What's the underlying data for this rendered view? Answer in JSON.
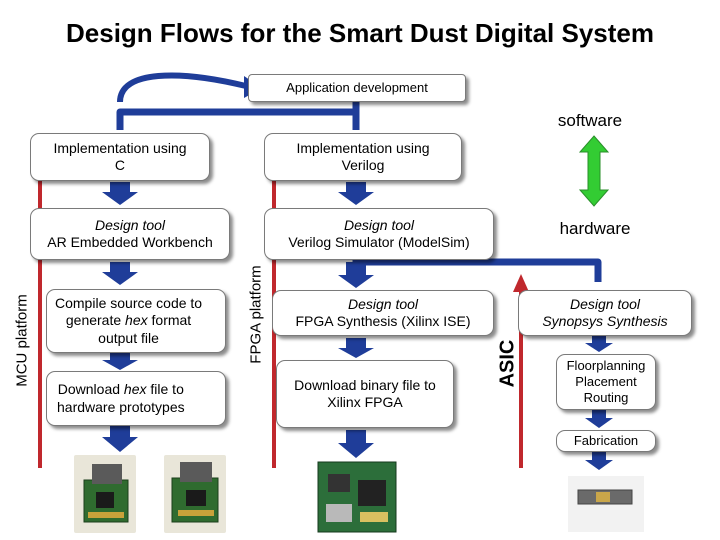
{
  "title": "Design Flows for the Smart Dust Digital System",
  "top_box": "Application development",
  "software_label": "software",
  "hardware_label": "hardware",
  "mcu_column": {
    "impl": "Implementation using\nC",
    "tool_title": "Design tool",
    "tool_name": "AR Embedded Workbench",
    "compile_pre": "Compile source code to\ngenerate ",
    "compile_em": "hex",
    "compile_post": " format\noutput file",
    "download_pre": "Download ",
    "download_em": "hex",
    "download_post": " file to\nhardware prototypes",
    "platform_label": "MCU platform"
  },
  "fpga_column": {
    "impl": "Implementation using\nVerilog",
    "tool_title": "Design tool",
    "tool_name": "Verilog Simulator (ModelSim)",
    "synth_title": "Design tool",
    "synth_name": "FPGA Synthesis (Xilinx ISE)",
    "download": "Download binary file to\nXilinx FPGA",
    "platform_label": "FPGA platform"
  },
  "asic_column": {
    "synth_title": "Design tool",
    "synth_name": "Synopsys Synthesis",
    "floorplan": "Floorplanning\nPlacement\nRouting",
    "fabrication": "Fabrication",
    "platform_label": "ASIC"
  },
  "colors": {
    "flow_arrow": "#1f3d99",
    "platform_arrow": "#c0282d",
    "sw_hw_arrow": "#33cc33"
  }
}
